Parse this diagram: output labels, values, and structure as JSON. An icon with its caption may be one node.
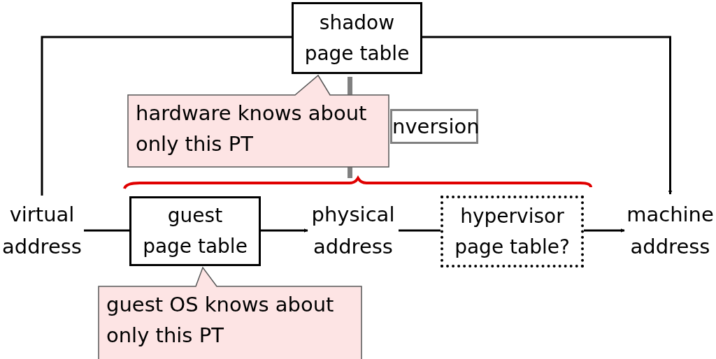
{
  "diagram": {
    "nodes": [
      {
        "text": [
          "shadow page table"
        ]
      },
      {
        "text": [
          "nversion"
        ]
      },
      {
        "text": [
          "hardware knows about only this PT"
        ]
      },
      {
        "text": [
          "virtual address"
        ]
      },
      {
        "text": [
          "guest page table"
        ]
      },
      {
        "text": [
          "physical address"
        ]
      },
      {
        "text": [
          "hypervisor page table?"
        ]
      },
      {
        "text": [
          "machine address"
        ]
      },
      {
        "text": [
          "guest OS knows about only this PT"
        ]
      }
    ],
    "edges": [
      {
        "from": 3,
        "to": 4,
        "arrow": "none"
      },
      {
        "from": 4,
        "to": 5,
        "arrow": "to"
      },
      {
        "from": 5,
        "to": 6,
        "arrow": "none"
      },
      {
        "from": 6,
        "to": 7,
        "arrow": "to"
      },
      {
        "from": 3,
        "to": 0,
        "arrow": "none"
      },
      {
        "from": 0,
        "to": 7,
        "arrow": "to"
      },
      {
        "from": null,
        "to": 0,
        "arrow": "to",
        "style": "thick",
        "color": "#808080"
      }
    ]
  }
}
